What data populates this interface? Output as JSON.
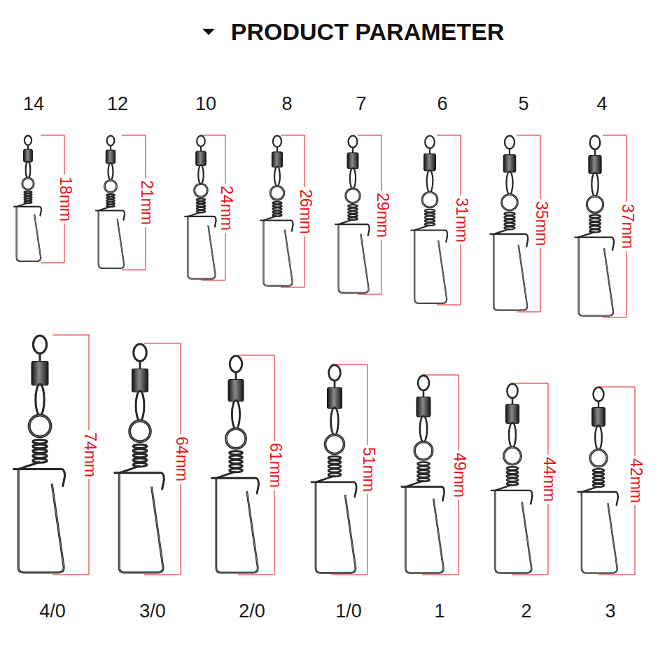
{
  "diagram": {
    "title": "PRODUCT PARAMETER",
    "labels": [
      "14",
      "12",
      "10",
      "8",
      "7",
      "6",
      "5",
      "4",
      "18mm",
      "21mm",
      "24mm",
      "26mm",
      "29mm",
      "31mm",
      "35mm",
      "37mm",
      "74mm",
      "64mm",
      "61mm",
      "51mm",
      "49mm",
      "44mm",
      "42mm",
      "4/0",
      "3/0",
      "2/0",
      "1/0",
      "1",
      "2",
      "3"
    ]
  }
}
